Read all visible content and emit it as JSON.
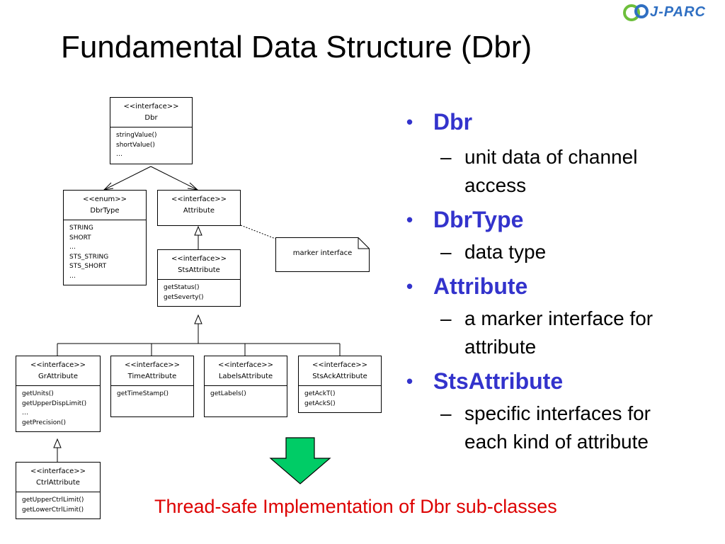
{
  "slide": {
    "title": "Fundamental Data Structure (Dbr)",
    "logo_text": "J-PARC",
    "footer_note": "Thread-safe Implementation of Dbr sub-classes"
  },
  "diagram": {
    "dbr": {
      "stereotype": "<<interface>>",
      "name": "Dbr",
      "members": [
        "stringValue()",
        "shortValue()",
        "…"
      ]
    },
    "dbrtype": {
      "stereotype": "<<enum>>",
      "name": "DbrType",
      "members": [
        "STRING",
        "SHORT",
        "…",
        "STS_STRING",
        "STS_SHORT",
        "…"
      ]
    },
    "attribute": {
      "stereotype": "<<interface>>",
      "name": "Attribute"
    },
    "note": "marker interface",
    "stsattribute": {
      "stereotype": "<<interface>>",
      "name": "StsAttribute",
      "members": [
        "getStatus()",
        "getSeverty()"
      ]
    },
    "grattribute": {
      "stereotype": "<<interface>>",
      "name": "GrAttribute",
      "members": [
        "getUnits()",
        "getUpperDispLimit()",
        "…",
        "getPrecision()"
      ]
    },
    "timeattribute": {
      "stereotype": "<<interface>>",
      "name": "TimeAttribute",
      "members": [
        "getTimeStamp()"
      ]
    },
    "labelsattribute": {
      "stereotype": "<<interface>>",
      "name": "LabelsAttribute",
      "members": [
        "getLabels()"
      ]
    },
    "stsackattribute": {
      "stereotype": "<<interface>>",
      "name": "StsAckAttribute",
      "members": [
        "getAckT()",
        "getAckS()"
      ]
    },
    "ctrlattribute": {
      "stereotype": "<<interface>>",
      "name": "CtrlAttribute",
      "members": [
        "getUpperCtrlLimit()",
        "getLowerCtrlLimit()"
      ]
    }
  },
  "bullets": [
    {
      "term": "Dbr",
      "desc_lines": [
        "unit data of channel",
        "access"
      ]
    },
    {
      "term": "DbrType",
      "desc_lines": [
        "data type"
      ]
    },
    {
      "term": "Attribute",
      "desc_lines": [
        "a marker interface for",
        "attribute"
      ]
    },
    {
      "term": "StsAttribute",
      "desc_lines": [
        "specific interfaces for",
        "each kind of attribute"
      ]
    }
  ],
  "colors": {
    "term": "#3333cc",
    "footer": "#dd0000",
    "arrow_fill": "#00cc66",
    "logo": "#2f6fc2"
  }
}
